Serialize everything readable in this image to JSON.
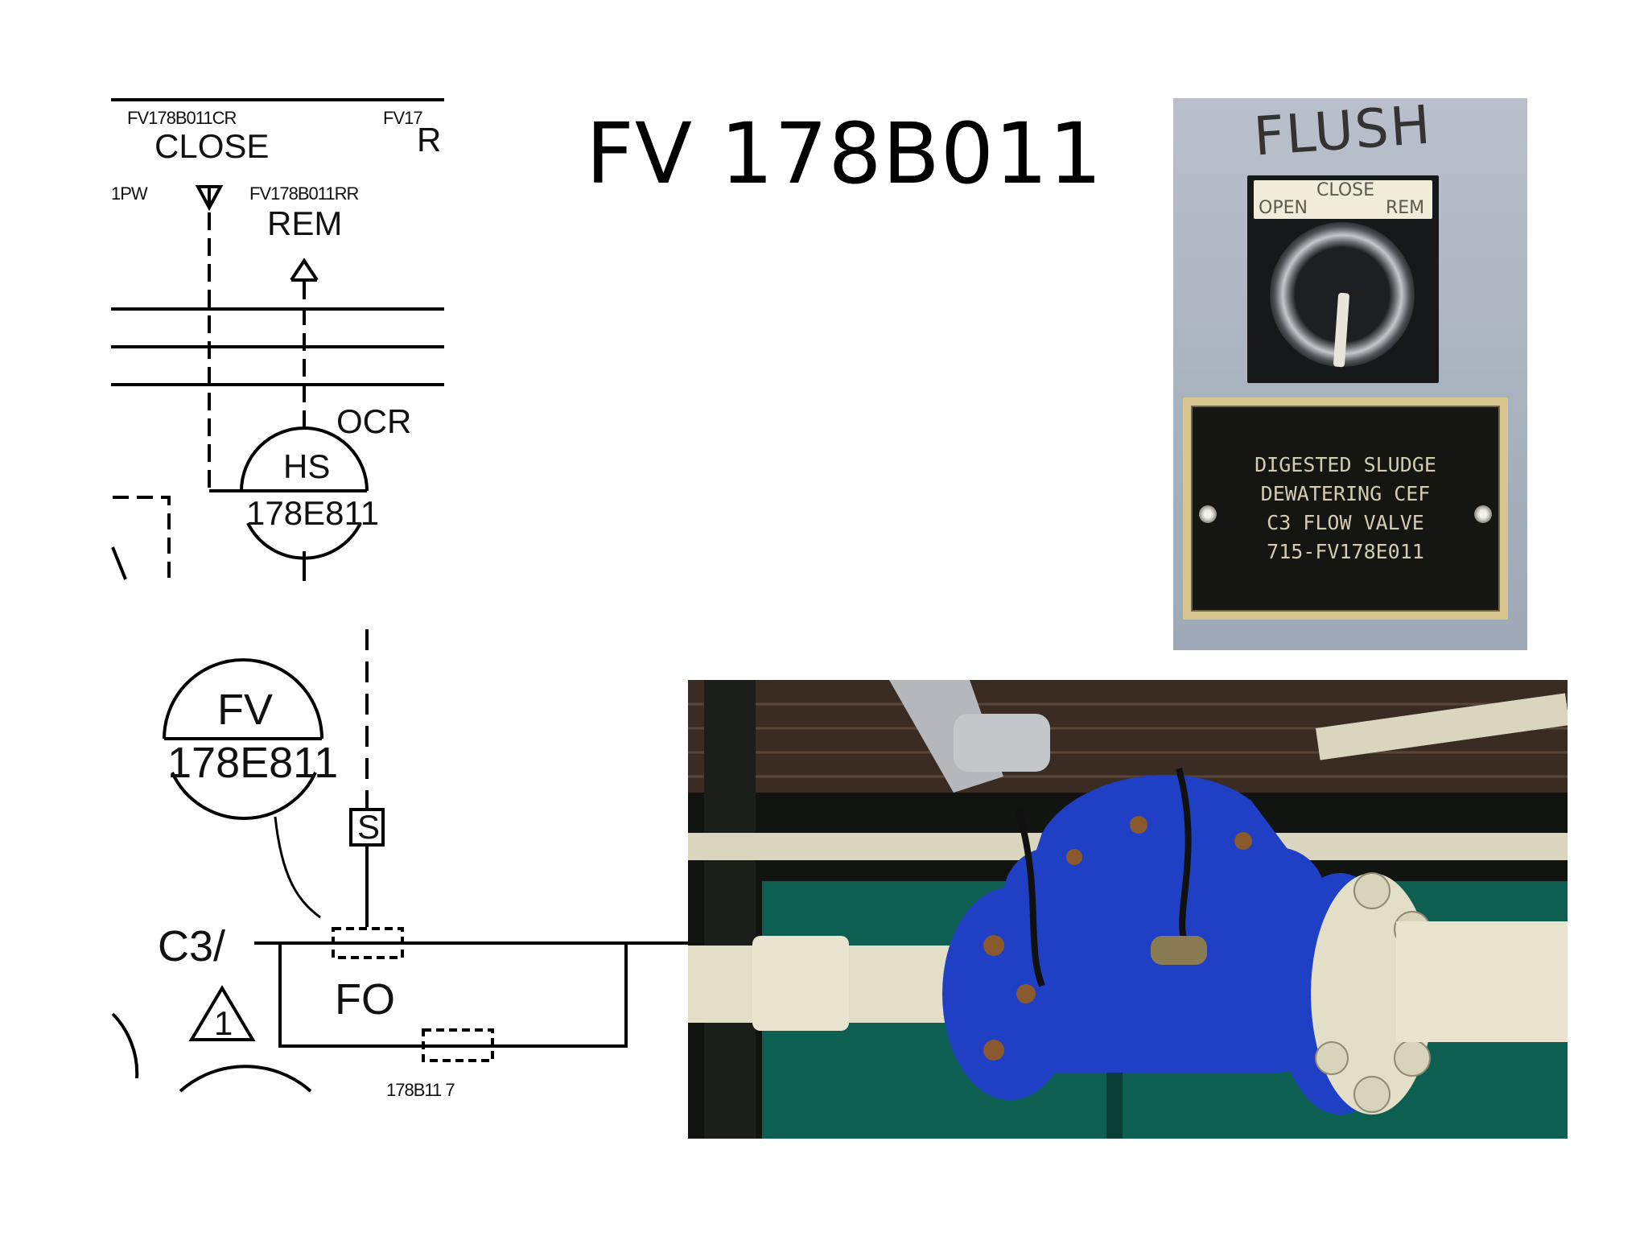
{
  "slide": {
    "title": "FV 178B011"
  },
  "pid_diagram": {
    "top_tag_left": "FV178B011CR",
    "top_tag_right": "FV17",
    "close_label": "CLOSE",
    "r_label": "R",
    "pw_label": "1PW",
    "rem_tag": "FV178B011RR",
    "rem_label": "REM",
    "ocr_label": "OCR",
    "hs_label": "HS",
    "hs_tag": "178E811",
    "fv_label": "FV",
    "fv_tag": "178E811",
    "s_box": "S",
    "c3_label": "C3/",
    "warning_number": "1",
    "fo_label": "FO",
    "bottom_tag": "178B11 7"
  },
  "switch_photo": {
    "handwriting": "FLUSH",
    "label_open": "OPEN",
    "label_close": "CLOSE",
    "label_rem": "REM",
    "nameplate_lines": [
      "DIGESTED SLUDGE",
      "DEWATERING CEF",
      "C3 FLOW VALVE",
      "715-FV178E011"
    ]
  },
  "colors": {
    "valve_body": "#1f3fc4",
    "pipe": "#e2dec8",
    "teal_wall": "#0d5f52",
    "panel": "#aab3bf"
  }
}
